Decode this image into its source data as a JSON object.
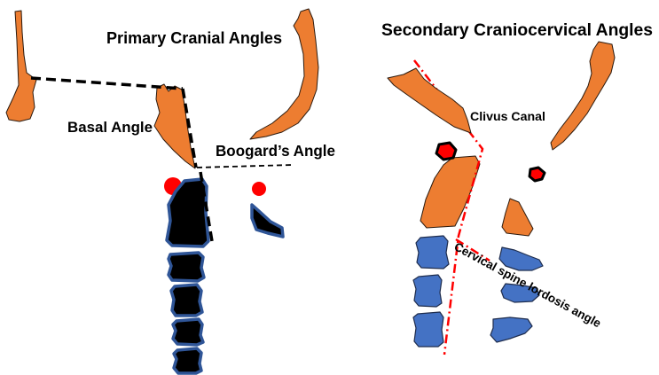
{
  "primary_panel": {
    "title": "Primary Cranial Angles",
    "basal_angle_label": "Basal Angle",
    "boogard_angle_label": "Boogard’s Angle"
  },
  "secondary_panel": {
    "title": "Secondary Craniocervical Angles",
    "clivus_canal_label": "Clivus Canal",
    "lordosis_angle_label": "Cervical spine lordosis angle"
  },
  "colors": {
    "bone": "#ED7D31",
    "vertebra_black": "#000000",
    "vertebra_outline": "#2F5597",
    "vertebra_blue": "#4472C4",
    "marker": "#FF0000",
    "reference_line": "#FF0000",
    "angle_line": "#000000"
  }
}
